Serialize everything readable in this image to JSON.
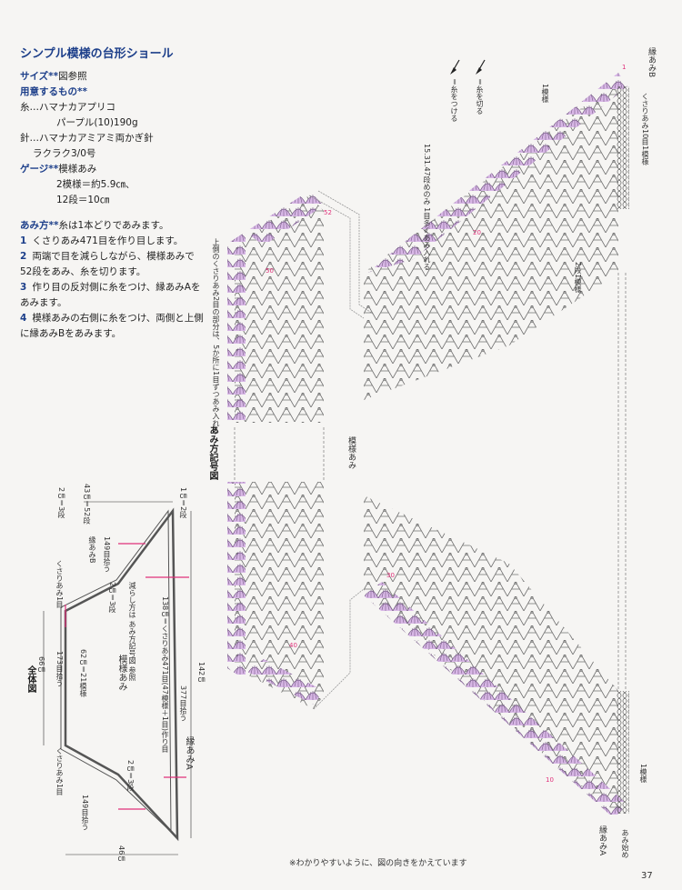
{
  "title": "シンプル模様の台形ショール",
  "info": {
    "size_label": "サイズ**",
    "size_value": "図参照",
    "materials_label": "用意するもの**",
    "yarn_line1": "糸…ハマナカアプリコ",
    "yarn_line2": "パープル(10)190g",
    "needle_line1": "針…ハマナカアミアミ両かぎ針",
    "needle_line2": "ラクラク3/0号",
    "gauge_label": "ゲージ**",
    "gauge_value": "模様あみ",
    "gauge_line1": "2模様＝約5.9㎝、",
    "gauge_line2": "12段＝10㎝"
  },
  "method": {
    "label": "あみ方**",
    "intro": "糸は1本どりであみます。",
    "steps": [
      {
        "num": "1",
        "text": "くさりあみ471目を作り目します。"
      },
      {
        "num": "2",
        "text": "両端で目を減らしながら、模様あみで52段をあみ、糸を切ります。"
      },
      {
        "num": "3",
        "text": "作り目の反対側に糸をつけ、縁あみAをあみます。"
      },
      {
        "num": "4",
        "text": "模様あみの右側に糸をつけ、両側と上側に縁あみBをあみます。"
      }
    ]
  },
  "overall": {
    "title": "全体図",
    "top_width": "43㎝＝52段",
    "top_left_rows": "2㎝＝3段",
    "top_right_rows": "1㎝＝2段",
    "edge_b": "縁あみB",
    "pick_149_top": "149目拾う",
    "chain_1_top": "くさりあみ1目",
    "mid_rows": "2㎝＝3段",
    "decrease_note": "減らし方は あみ方記号図 参照",
    "height_66": "66㎝",
    "pick_173": "173目拾う",
    "rows_62": "62㎝＝21模様",
    "pattern": "模様あみ",
    "foundation": "138㎝＝くさりあみ471目(47模様＋1目)作り目",
    "pick_377": "377目拾う",
    "height_142": "142㎝",
    "edge_a": "縁あみA",
    "chain_1_bottom": "くさりあみ1目",
    "bottom_rows": "2㎝＝3段",
    "pick_149_bottom": "149目拾う",
    "bottom_width": "46㎝"
  },
  "chart": {
    "title": "あみ方記号図",
    "pattern_label": "模様あみ",
    "legend_attach": "＝糸をつける",
    "legend_cut": "＝糸を切る",
    "edge_b": "縁あみB",
    "one_repeat_top": "1模様",
    "chain_repeat": "くさりあみ10目1模様",
    "row_note": "15.31.47段めのみ 1目多くあみ入れる",
    "two_rows_one_repeat": "2段1模様",
    "upper_corner_note": "上側のくさりあみ2目の部分は、5か所に1目ずつあみ入れる",
    "one_repeat_bottom": "1模様",
    "edge_a": "縁あみA",
    "start": "あみ始め",
    "row_marks": [
      "52",
      "50",
      "40",
      "30",
      "20",
      "10",
      "1"
    ]
  },
  "footnote": "※わかりやすいように、図の向きをかえています",
  "page_number": "37",
  "colors": {
    "heading": "#1d3f8a",
    "accent_pink": "#e0307a",
    "lilac": "#d8b7e6",
    "ink": "#555555"
  }
}
